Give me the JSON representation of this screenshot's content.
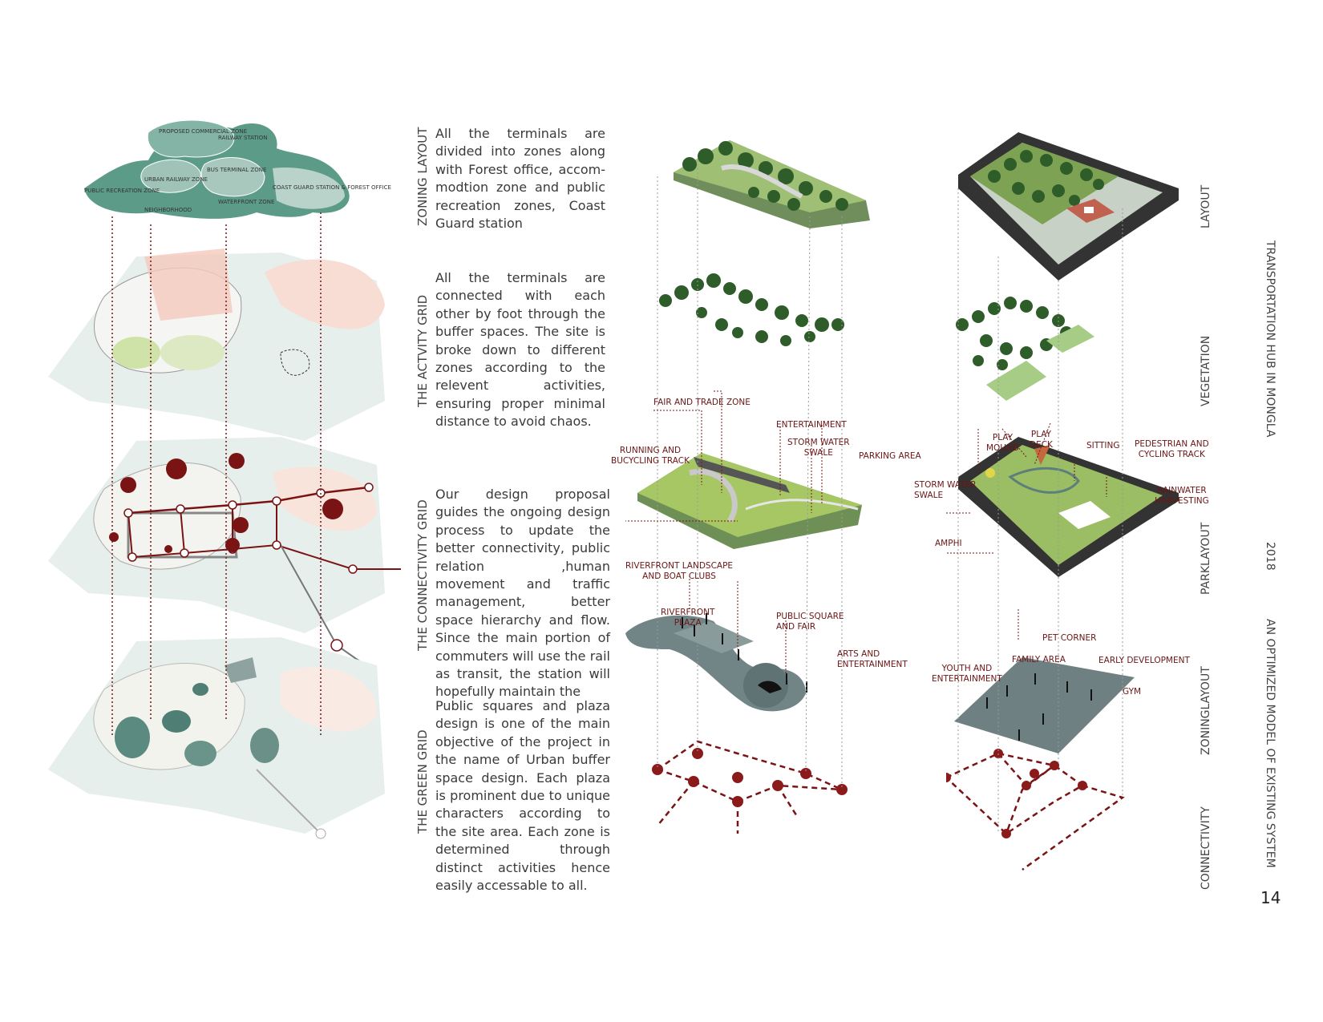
{
  "sections": {
    "zoning": {
      "heading": "ZONING LAYOUT",
      "text": "All the terminals are divided into zones along with Forest office, accom-modtion zone and public recreation zones, Coast Guard station"
    },
    "activity": {
      "heading": "THE ACTVITY GRID",
      "text": "All the terminals are connected with each other by foot through the buffer spaces. The site is broke down to different zones according to the relevent activities, ensuring proper minimal distance to avoid chaos."
    },
    "connectivity": {
      "heading": "THE CONNECTIVITY GRID",
      "text": "Our design proposal guides the ongoing design process to update the better connectivity, public relation ,human movement and traffic management, better space hierarchy and flow. Since the main portion of commuters will use the rail as transit, the station will hopefully maintain the"
    },
    "green": {
      "heading": "THE GREEN GRID",
      "text": "Public squares and plaza design is one of the main objective of the project in the name of Urban buffer space design. Each plaza is prominent due to unique characters according to the site area. Each zone is determined through distinct activities hence easily accessable to all."
    }
  },
  "zone_map_labels": {
    "proposed": "PROPOSED COMMERCIAL ZONE",
    "railway": "RAILWAY STATION",
    "urban_rail": "URBAN RAILWAY ZONE",
    "bus_terminal": "BUS TERMINAL ZONE",
    "public_rec": "PUBLIC RECREATION ZONE",
    "coast_guard": "COAST GUARD STATION & FOREST OFFICE",
    "waterfront": "WATERFRONT ZONE",
    "neighborhood": "NEIGHBORHOOD"
  },
  "middle_annotations": {
    "fair": "FAIR AND TRADE ZONE",
    "entertainment": "ENTERTAINMENT",
    "running": "RUNNING AND\nBUCYCLING TRACK",
    "storm": "STORM WATER\nSWALE",
    "parking": "PARKING AREA",
    "riverfront_landscape": "RIVERFRONT LANDSCAPE\nAND BOAT CLUBS",
    "riverfront_plaza": "RIVERFRONT\nPLAZA",
    "public_square": "PUBLIC SQUARE\nAND FAIR",
    "arts": "ARTS AND\nENTERTAINMENT"
  },
  "right_annotations": {
    "play_mound": "PLAY\nMOUND",
    "play_deck": "PLAY\nDECK",
    "sitting": "SITTING",
    "pedestrian": "PEDESTRIAN AND\nCYCLING TRACK",
    "storm": "STORM WATER\nSWALE",
    "rainwater": "RAINWATER\nHARVESTING",
    "amphi": "AMPHI",
    "pet": "PET CORNER",
    "family": "FAMILY AREA",
    "youth": "YOUTH AND\nENTERTAINMENT",
    "early": "EARLY DEVELOPMENT",
    "gym": "GYM"
  },
  "layer_labels": {
    "layout": "LAYOUT",
    "vegetation": "VEGETATION",
    "park": "PARKLAYOUT",
    "zoning": "ZONINGLAYOUT",
    "connectivity": "CONNECTIVITY"
  },
  "sidebar": {
    "title": "TRANSPORTATION HUB IN MONGLA",
    "year": "2018",
    "subtitle": "AN OPTIMIZED MODEL OF EXISTING SYSTEM",
    "page": "14"
  },
  "colors": {
    "accent": "#7a1414",
    "teal": "#4f8a7e",
    "green": "#7aa33c",
    "slate": "#6f7f80",
    "salmon": "#f3c2b2"
  }
}
